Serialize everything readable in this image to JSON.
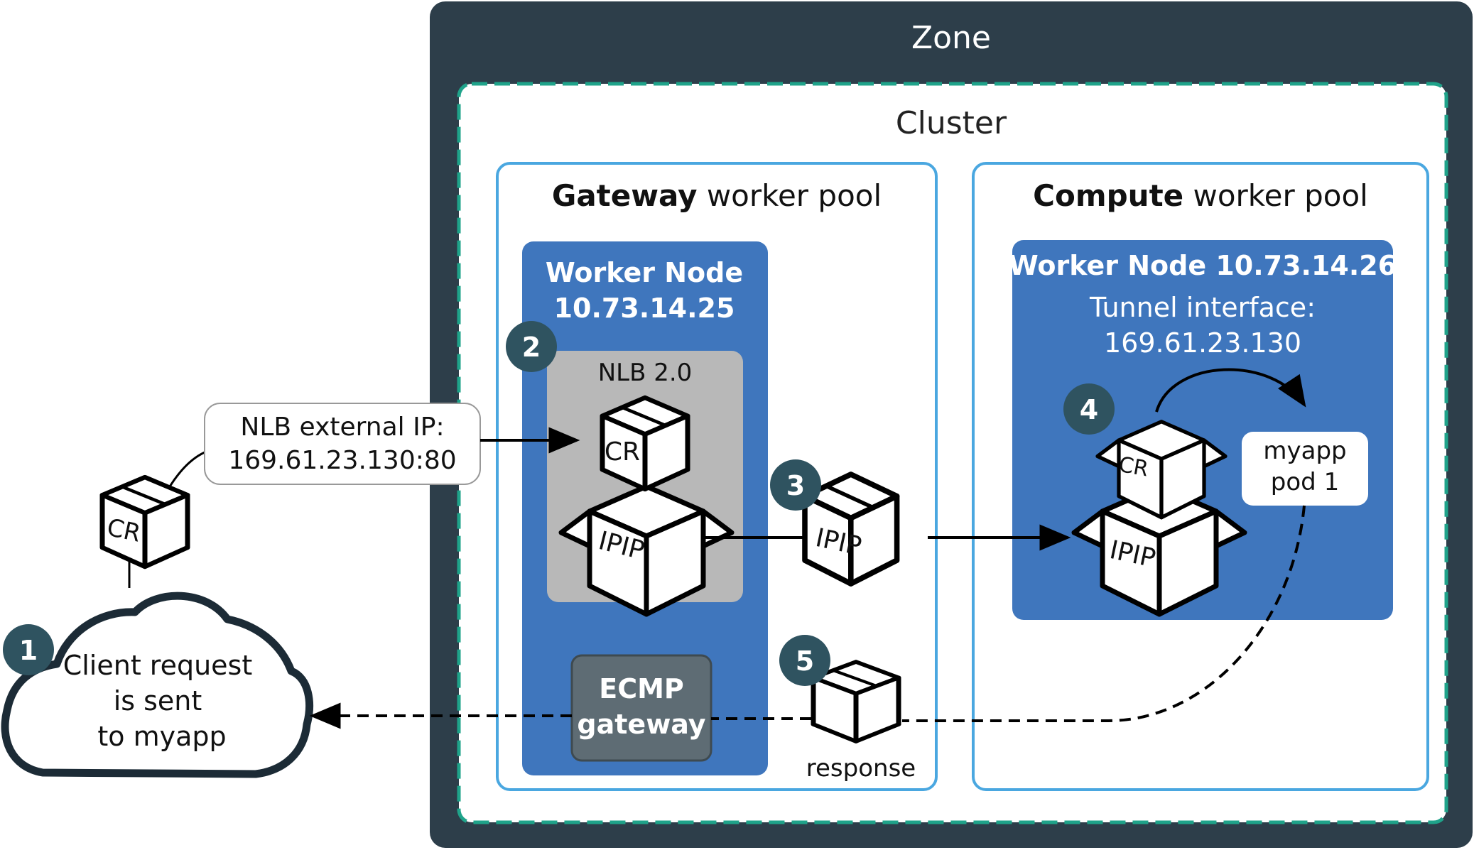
{
  "zone": {
    "title": "Zone"
  },
  "cluster": {
    "title": "Cluster"
  },
  "gateway_pool": {
    "title_bold": "Gateway",
    "title_rest": " worker pool"
  },
  "compute_pool": {
    "title_bold": "Compute",
    "title_rest": " worker pool"
  },
  "gateway_node": {
    "line1": "Worker Node",
    "line2": "10.73.14.25"
  },
  "compute_node": {
    "title": "Worker Node 10.73.14.26",
    "tunnel_line1": "Tunnel interface:",
    "tunnel_line2": "169.61.23.130"
  },
  "nlb": {
    "title": "NLB 2.0"
  },
  "ecmp": {
    "line1": "ECMP",
    "line2": "gateway"
  },
  "external_ip": {
    "line1": "NLB external IP:",
    "line2": "169.61.23.130:80"
  },
  "client": {
    "line1": "Client request",
    "line2": "is sent",
    "line3": "to myapp"
  },
  "pod": {
    "line1": "myapp",
    "line2": "pod 1"
  },
  "response": {
    "label": "response"
  },
  "packets": {
    "cr": "CR",
    "ipip": "IPIP"
  },
  "steps": [
    "1",
    "2",
    "3",
    "4",
    "5"
  ],
  "colors": {
    "zone": "#2d3e4a",
    "cluster_border": "#1fa38a",
    "pool_border": "#4aa7e0",
    "node_fill": "#3f76bd",
    "nlb_fill": "#b8b8b8",
    "ecmp_fill": "#5e6c74",
    "step_badge": "#2f5360",
    "cloud_stroke": "#1c2b36"
  },
  "icons": {
    "package": "package-icon",
    "cloud": "cloud-icon"
  }
}
